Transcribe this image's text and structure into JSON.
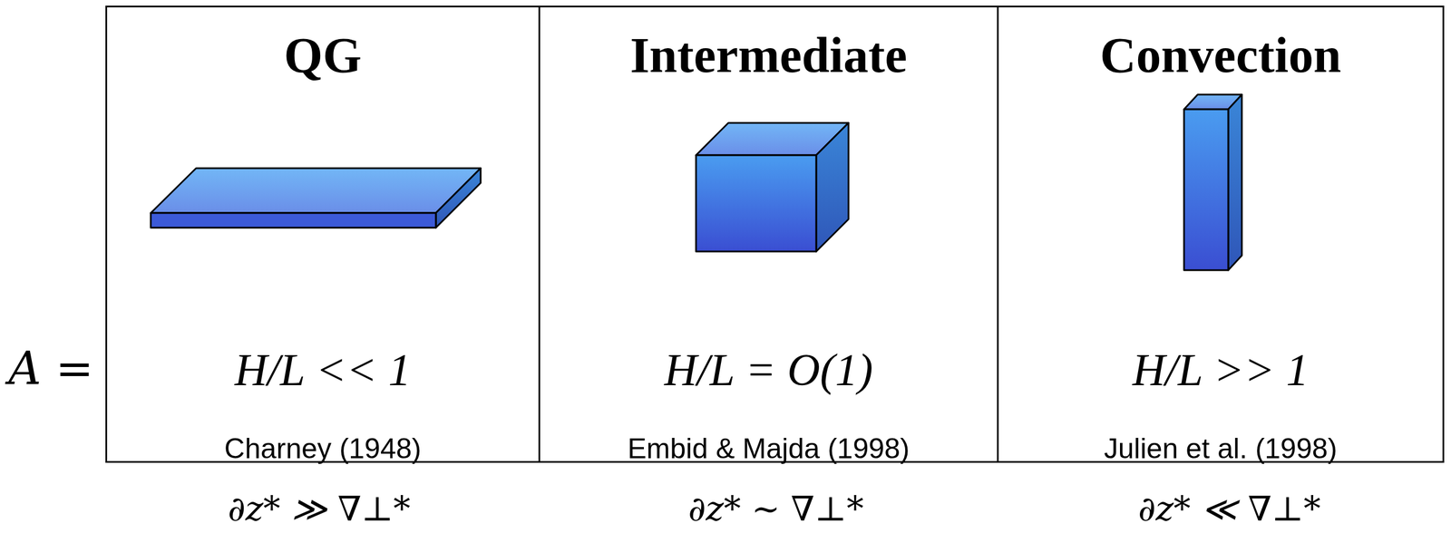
{
  "diagram": {
    "nodes": [
      {
        "text": [
          "QG",
          "H/L << 1",
          "Charney (1948)"
        ]
      },
      {
        "text": [
          "Intermediate",
          "H/L = O(1)",
          "Embid & Majda (1998)"
        ]
      },
      {
        "text": [
          "Convection",
          "H/L >> 1",
          "Julien et al. (1998)"
        ]
      }
    ],
    "labels": [
      "A =",
      "∂z* ≫ ∇⊥*",
      "∂z* ∼ ∇⊥*",
      "∂z* ≪ ∇⊥*"
    ]
  }
}
